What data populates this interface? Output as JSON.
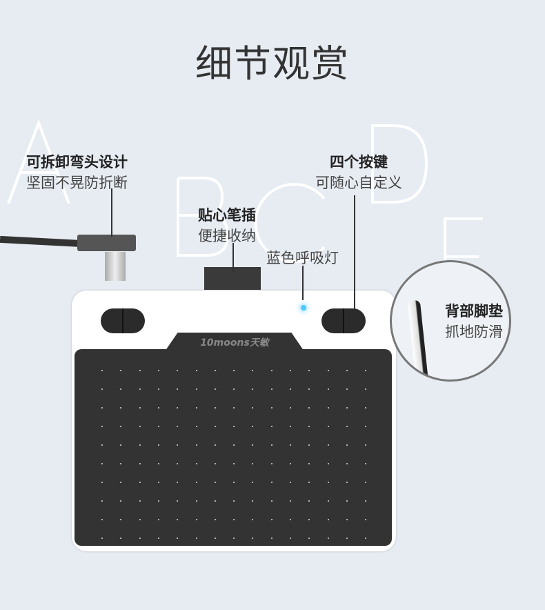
{
  "title": "细节观赏",
  "letters": [
    "A",
    "B",
    "C",
    "D",
    "E"
  ],
  "features": [
    {
      "title": "可拆卸弯头设计",
      "desc": "坚固不晃防折断"
    },
    {
      "title": "贴心笔插",
      "desc": "便捷收纳"
    },
    {
      "title": "",
      "desc": "蓝色呼吸灯"
    },
    {
      "title": "四个按键",
      "desc": "可随心自定义"
    },
    {
      "title": "背部脚垫",
      "desc": "抓地防滑"
    }
  ],
  "brand": "10moons天敏",
  "colors": {
    "led": "#4cc9ff",
    "background": "#e7ecf3"
  }
}
